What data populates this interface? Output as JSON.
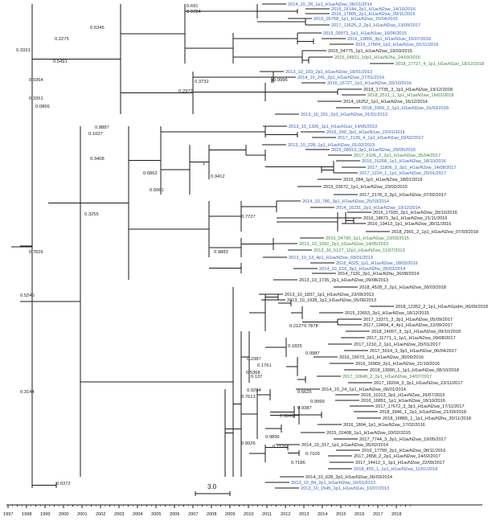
{
  "colors": {
    "blue": "#2f5fc4",
    "green": "#2e8b2e",
    "black": "#1a1a1a"
  },
  "leaves": [
    {
      "label": "2014_10_28_1p1_H1avN2sw_06/01/2014",
      "color": "blue"
    },
    {
      "label": "2016_16144_2p1_H1avN2sw_14/10/2016",
      "color": "blue"
    },
    {
      "label": "2016_17805_2p1_H1avN2sw_09/11/2016",
      "color": "blue"
    },
    {
      "label": "2015_05758_1p1_H1avN2sw_15/04/2015",
      "color": "blue"
    },
    {
      "label": "2017_13525_2_2p1_H1avN2sw_13/09/2017",
      "color": "blue"
    },
    {
      "label": "2015_09973_1p1_H1avN1av_16/06/2015",
      "color": "blue"
    },
    {
      "label": "2016_10856_3p1_H1avN1av_15/07/2016",
      "color": "blue"
    },
    {
      "label": "2016_17664_1p2_H1avN1av_01/11/2016",
      "color": "blue"
    },
    {
      "label": "2015_04775_1p1_H1avN2sw_19/03/2015",
      "color": "black"
    },
    {
      "label": "2015_04811_10p1_H1avN2hu_24/03/2015",
      "color": "green"
    },
    {
      "label": "2018_17727_4_1p1_H1avN1av_18/12/2018",
      "color": "green"
    },
    {
      "label": "2013_10_103_2p1_H1avN2sw_18/01/2013",
      "color": "blue"
    },
    {
      "label": "2014_10_241_2p1_H1avN2sw_27/01/2014",
      "color": "blue"
    },
    {
      "label": "2016_15727_1p1_H1avN2sw_03/10/2016",
      "color": "blue"
    },
    {
      "label": "2018_17735_3_1p1_H1avN2sw_19/12/2018",
      "color": "black"
    },
    {
      "label": "2018_2511_1_1p1_H1avN2sw_16/02/2018",
      "color": "green"
    },
    {
      "label": "2014_16252_1p1_H1avN2sw_16/12/2014",
      "color": "black"
    },
    {
      "label": "2018_3369_2_1p1_H1avN2sw_15/03/2018",
      "color": "blue"
    },
    {
      "label": "2013_10_201_2p1_H1avN2sw_31/01/2013",
      "color": "blue"
    },
    {
      "label": "2013_10_1326_1p1_H1avN1av_14/06/2013",
      "color": "blue"
    },
    {
      "label": "2016_390_2p1_H1avN1av_22/01/2016",
      "color": "blue"
    },
    {
      "label": "2017_2139_4_1p1_H1avN1av_03/02/2017",
      "color": "blue"
    },
    {
      "label": "2013_10_228_1p1_H1avN2sw_01/02/2013",
      "color": "blue"
    },
    {
      "label": "2015_08913_3p1_H1avN2sw_29/05/2015",
      "color": "blue"
    },
    {
      "label": "2017_6106_2_2p1_H1avN2sw_25/04/2017",
      "color": "green"
    },
    {
      "label": "2016_16258_1p1_H1avN2sw_18/10/2016",
      "color": "blue"
    },
    {
      "label": "2017_11806_2_2p1_H1avN2sw_14/08/2017",
      "color": "blue"
    },
    {
      "label": "2017_1224_1_1p1_H1avN2sw_20/01/2017",
      "color": "blue"
    },
    {
      "label": "2016_284_1p1_H1avN2sw_18/01/2016",
      "color": "black"
    },
    {
      "label": "2015_03572_1p1_H1avN2sw_23/02/2015",
      "color": "black"
    },
    {
      "label": "2017_2178_3_3p1_H1avN2sw_07/02/2017",
      "color": "black"
    },
    {
      "label": "2014_10_786_3p1_H1avN2sw_25/03/2014",
      "color": "blue"
    },
    {
      "label": "2014_16231_2p1_H1avN2sw_19/12/2014",
      "color": "blue"
    },
    {
      "label": "2016_17020_2p1_H1avN2sw_20/10/2016",
      "color": "black"
    },
    {
      "label": "2016_18671_3p1_H1avN2sw_21/11/2016",
      "color": "black"
    },
    {
      "label": "2016_19413_1p1_H1avN2sw_30/11/2016",
      "color": "black"
    },
    {
      "label": "2018_2991_2_1p1_H1avN2sw_07/03/2018",
      "color": "black"
    },
    {
      "label": "2015_04790_1p1_H1avN1av_23/03/2015",
      "color": "green"
    },
    {
      "label": "2013_10_1092_2p1_H1avN2sw_14/05/2013",
      "color": "green"
    },
    {
      "label": "2013_30_5127_12p1_H1avN2sw_11/07/2013",
      "color": "green"
    },
    {
      "label": "2013_10_13_4p1_H1avN2sw_03/01/2013",
      "color": "blue"
    },
    {
      "label": "2016_4025_1p1_H1avN2sw_18/03/2016",
      "color": "blue"
    },
    {
      "label": "2014_10_616_3p1_H1avN2hu_05/03/2014",
      "color": "blue"
    },
    {
      "label": "2014_7191_2p1_H1avN2hu_20/08/2014",
      "color": "black"
    },
    {
      "label": "2013_10_1735_2p1_H1avN2sw_09/08/2013",
      "color": "black"
    },
    {
      "label": "2018_4528_2_2p1_H1avN2sw_28/03/2018",
      "color": "black"
    },
    {
      "label": "2013_10_1837_1p1_H1avN2sw_23/09/2013",
      "color": "black"
    },
    {
      "label": "2013_10_1928_1p1_H1avN2sw_05/09/2013",
      "color": "black"
    },
    {
      "label": "2018_12352_2_1p1_H1avN1pdm_06/09/2018",
      "color": "black"
    },
    {
      "label": "2015_23653_2p1_H1avN2sw_18/12/2015",
      "color": "black"
    },
    {
      "label": "2017_13371_3_3p1_H1avN2sw_05/09/2017",
      "color": "black"
    },
    {
      "label": "2017_13494_4_4p1_H1avN2sw_12/09/2017",
      "color": "black"
    },
    {
      "label": "2018_14097_3_1p1_H1avN2sw_09/10/2018",
      "color": "black"
    },
    {
      "label": "2017_11771_1_1p1_H1avN2sw_09/08/2017",
      "color": "black"
    },
    {
      "label": "2017_1210_2_1p1_H1avN2sw_20/01/2017",
      "color": "black"
    },
    {
      "label": "2017_5014_3_3p1_H1avN2sw_06/04/2017",
      "color": "black"
    },
    {
      "label": "2016_15673_1p1_H1avN2sw_30/09/2016",
      "color": "black"
    },
    {
      "label": "2016_16969_2p1_H1avN2sw_21/10/2016",
      "color": "black"
    },
    {
      "label": "2018_13990_1_1p1_H1avN2sw_08/10/2018",
      "color": "black"
    },
    {
      "label": "2017_10640_2_2p1_H1avN2sw_14/07/2017",
      "color": "green"
    },
    {
      "label": "2017_18204_3_3p1_H1avN2sw_23/11/2017",
      "color": "black"
    },
    {
      "label": "2014_10_24_1p1_H1avN2sw_06/01/2014",
      "color": "black"
    },
    {
      "label": "2016_11013_3p1_H1avN2sw_26/07/2016",
      "color": "black"
    },
    {
      "label": "2016_16851_1p1_H1avN2sw_18/10/2016",
      "color": "black"
    },
    {
      "label": "2017_17672_3_3p1_H1avN2sw_17/11/2017",
      "color": "black"
    },
    {
      "label": "2018_3946_1_2p1_H1avN2sw_21/03/2018",
      "color": "black"
    },
    {
      "label": "2018_16865_1_1p1_H1avN2hu_30/11/2018",
      "color": "black"
    },
    {
      "label": "2016_1804_1p1_H1avN2sw_17/02/2016",
      "color": "black"
    },
    {
      "label": "2015_02408_1p1_H1avN2sw_03/02/2015",
      "color": "black"
    },
    {
      "label": "2017_7744_3_3p1_H1avN2sw_19/05/2017",
      "color": "black"
    },
    {
      "label": "2014_10_317_1p1_H1avN2sw_05/02/2014",
      "color": "black"
    },
    {
      "label": "2016_17799_2p1_H1avN2sw_08/11/2016",
      "color": "black"
    },
    {
      "label": "2017_2858_2_2p1_H1avN2sw_14/02/2017",
      "color": "black"
    },
    {
      "label": "2017_14412_1_1p1_H1avN2sw_22/09/2017",
      "color": "black"
    },
    {
      "label": "2018_455_1_1p1_H1avN2sw_11/01/2018",
      "color": "blue"
    },
    {
      "label": "2014_10_628_3p1_H1avN2sw_06/03/2014",
      "color": "black"
    },
    {
      "label": "2013_10_84_2p1_H1avN2sw_16/01/2013",
      "color": "blue"
    },
    {
      "label": "2013_10_1545_1p1_H1avN1av_10/07/2013",
      "color": "blue"
    }
  ],
  "support_values": [
    "0.691",
    "0.9724",
    "0.5345",
    "0.2275",
    "0.3331",
    "0.5491",
    "0.0364",
    "0.3732",
    "0.9996",
    "0.2972",
    "0.3351",
    "0.0866",
    "0.8887",
    "0.1027",
    "0.3408",
    "1",
    "0.6862",
    "0.9412",
    "0.6061",
    "0.7727",
    "0.3255",
    "0.9883",
    "0.7826",
    "0.5245",
    "0.2127",
    "0.7878",
    "0.1825",
    "0.9987",
    "0.2387",
    "0.1761",
    "0.5368",
    "0.137",
    "0.9294",
    "0.6625",
    "0.7613",
    "0.9999",
    "0.9387",
    "0.9846",
    "0.9926",
    "0.9896",
    "0.7125",
    "0.7109",
    "0.7186",
    "0.3144",
    "0.6372"
  ],
  "scale_bar": {
    "label": "3.0"
  },
  "axis_years": [
    "1997",
    "1998",
    "1999",
    "2000",
    "2001",
    "2002",
    "2003",
    "2004",
    "2005",
    "2006",
    "2007",
    "2008",
    "2009",
    "2010",
    "2011",
    "2012",
    "2013",
    "2014",
    "2015",
    "2016",
    "2017",
    "2018"
  ]
}
